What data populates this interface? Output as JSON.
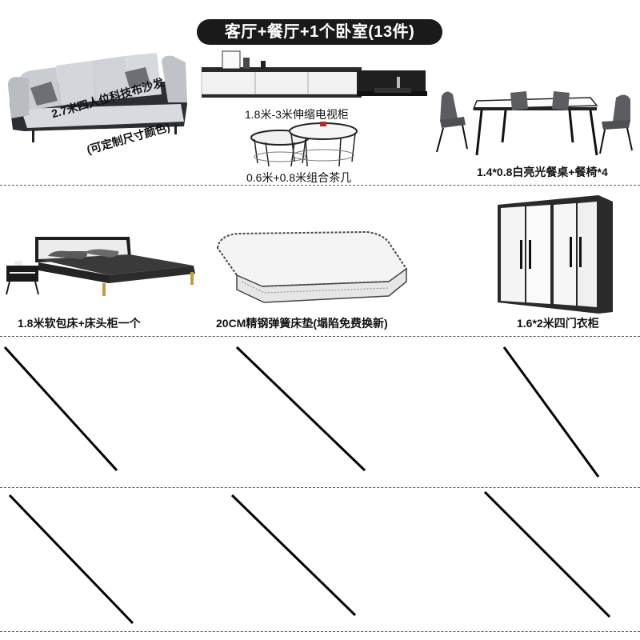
{
  "banner": {
    "title": "客厅+餐厅+1个卧室(13件)"
  },
  "products": {
    "sofa": {
      "line1": "2.7米四人位科技布沙发",
      "line2": "(可定制尺寸颜色)"
    },
    "tv_cabinet": {
      "label": "1.8米-3米伸缩电视柜"
    },
    "coffee_table": {
      "label": "0.6米+0.8米组合茶几"
    },
    "dining_set": {
      "label": "1.4*0.8白亮光餐桌+餐椅*4"
    },
    "bed": {
      "label": "1.8米软包床+床头柜一个"
    },
    "mattress": {
      "label": "20CM精钢弹簧床垫(塌陷免费换新)"
    },
    "wardrobe": {
      "label": "1.6*2米四门衣柜"
    }
  },
  "colors": {
    "banner_bg": "#1a1a1a",
    "banner_text": "#ffffff",
    "divider": "#555555",
    "line": "#000000"
  }
}
